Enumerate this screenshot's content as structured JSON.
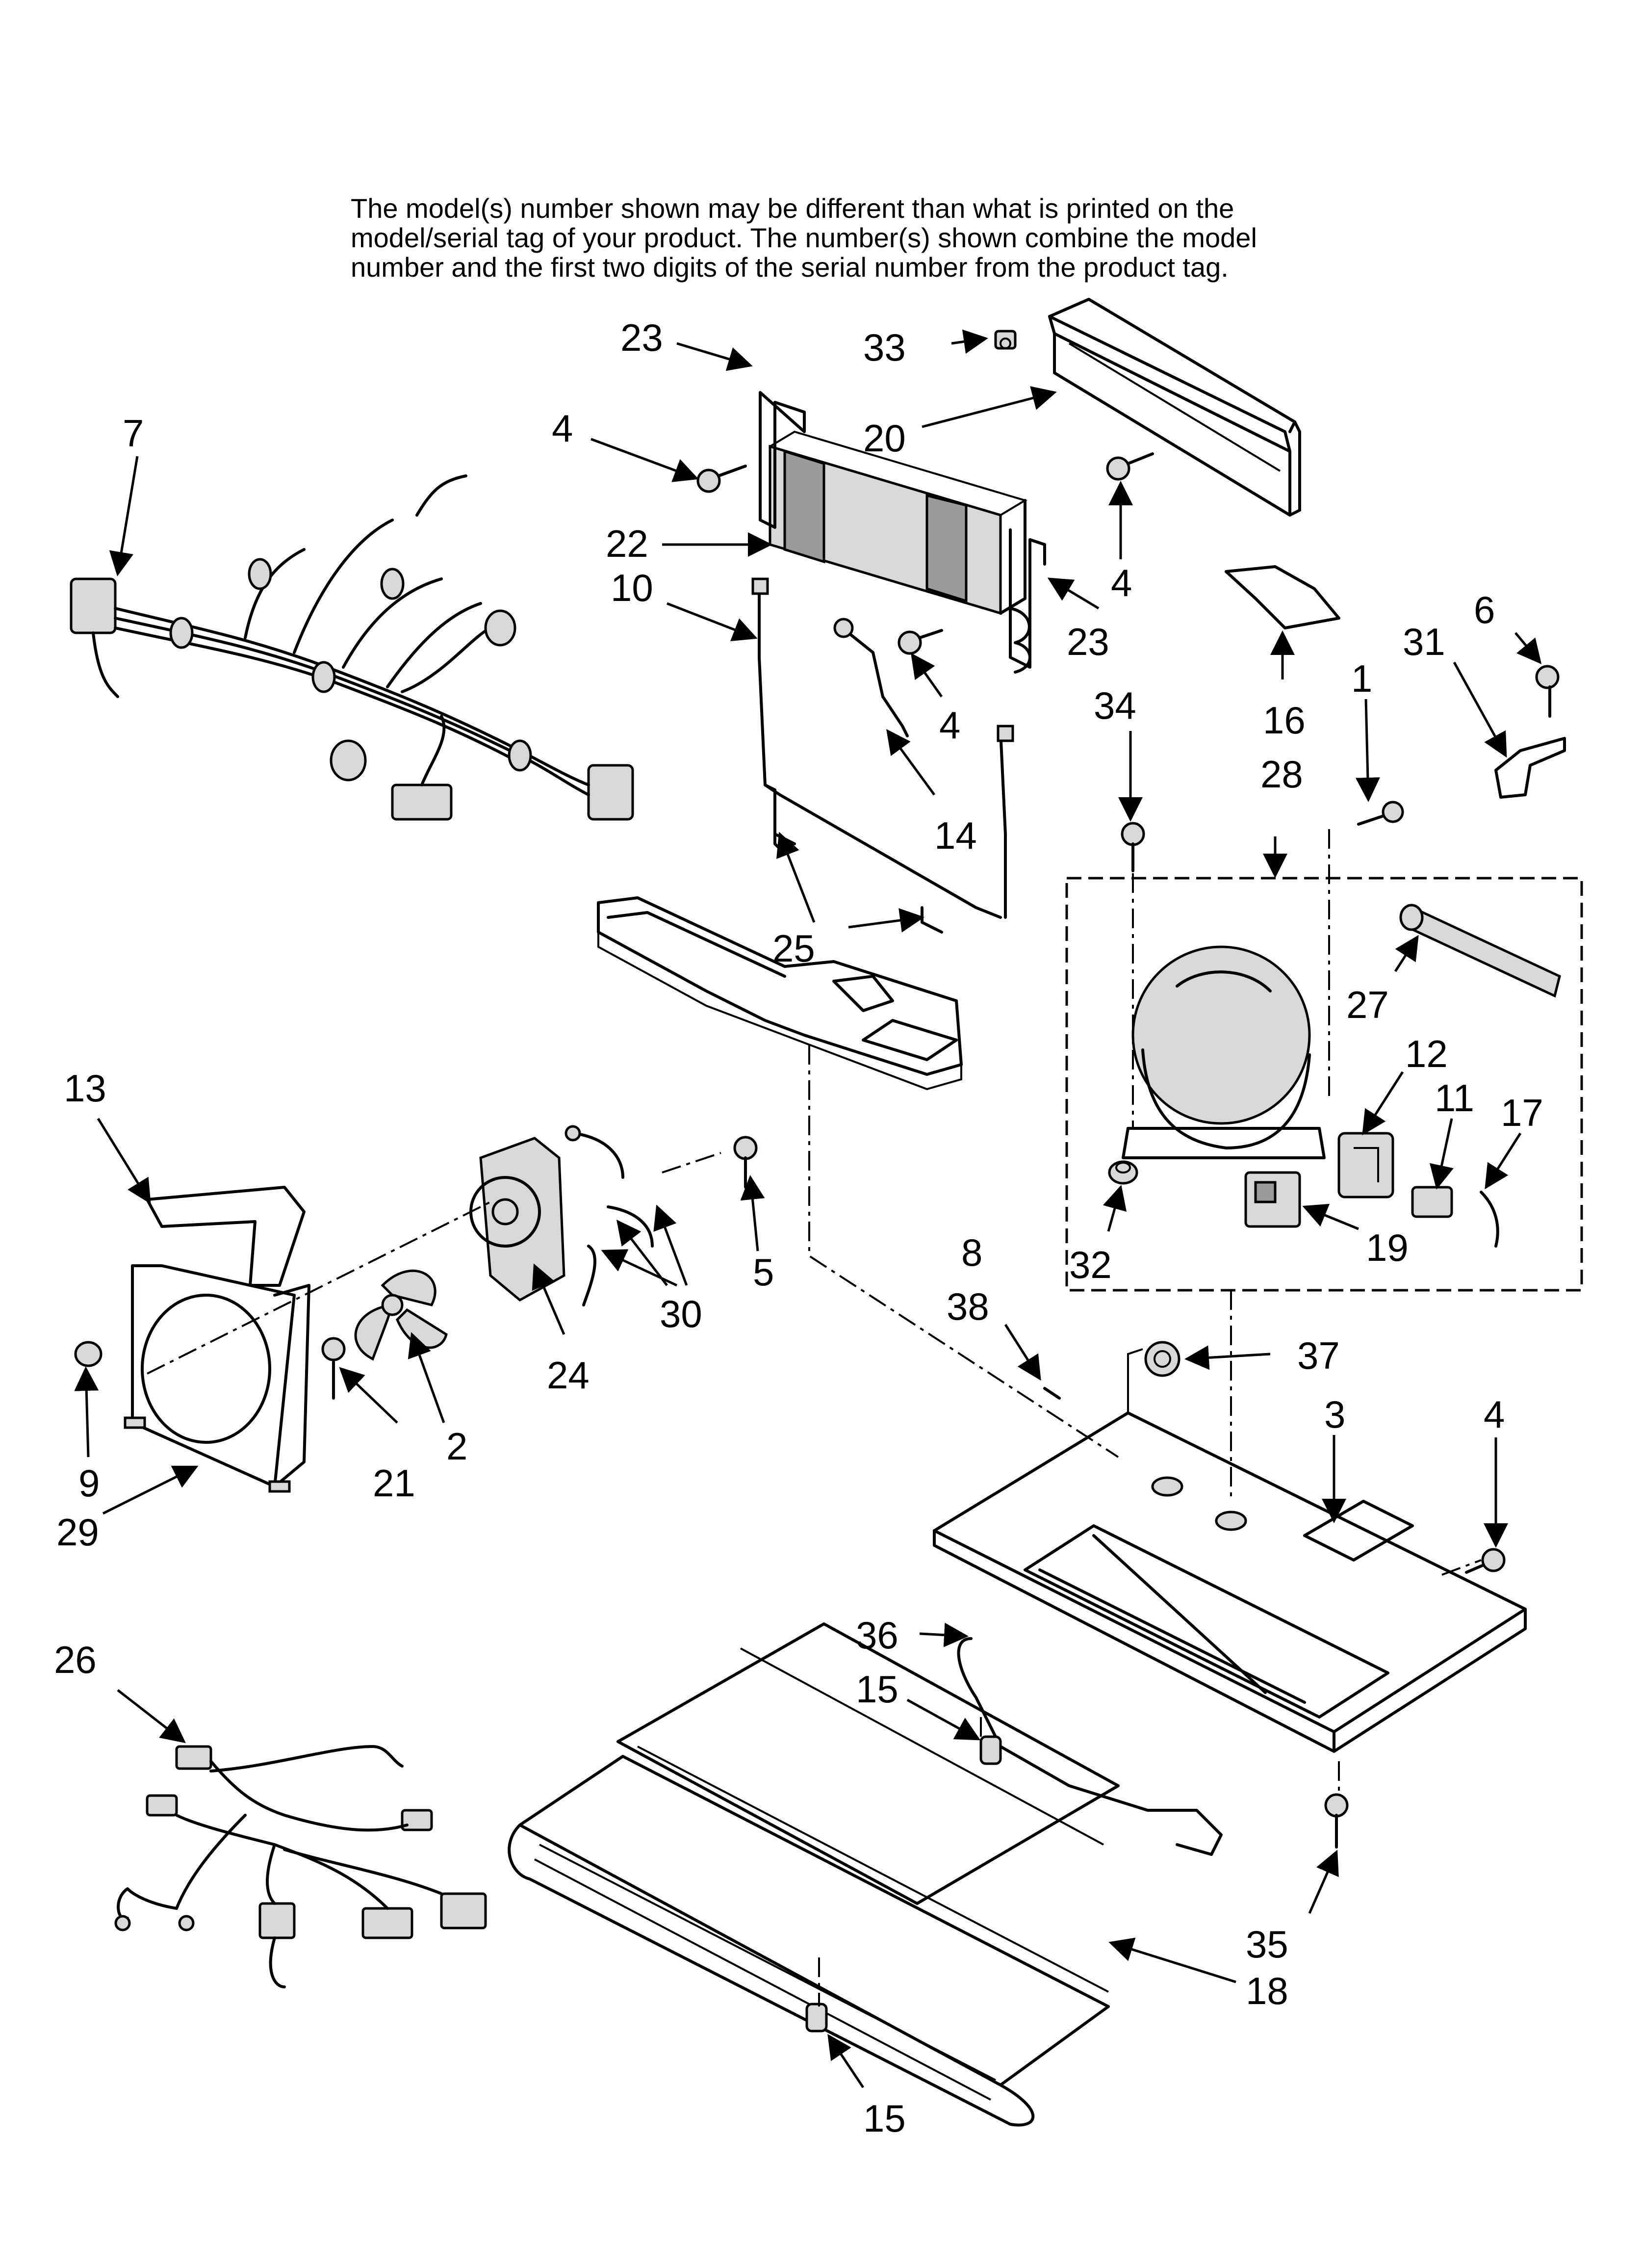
{
  "note": {
    "lines": [
      "The model(s) number shown may be different than what is printed on the",
      "model/serial tag of your product. The number(s) shown combine the model",
      "number and the first two digits of the serial number from the product tag."
    ]
  },
  "callouts": {
    "c1": "1",
    "c2": "2",
    "c3": "3",
    "c4a": "4",
    "c4b": "4",
    "c4c": "4",
    "c4d": "4",
    "c5": "5",
    "c6": "6",
    "c7": "7",
    "c8": "8",
    "c9": "9",
    "c10": "10",
    "c11": "11",
    "c12": "12",
    "c13": "13",
    "c14": "14",
    "c15a": "15",
    "c15b": "15",
    "c16": "16",
    "c17": "17",
    "c18": "18",
    "c19": "19",
    "c20": "20",
    "c21": "21",
    "c22": "22",
    "c23a": "23",
    "c23b": "23",
    "c24": "24",
    "c25": "25",
    "c26": "26",
    "c27": "27",
    "c28": "28",
    "c29": "29",
    "c30": "30",
    "c31": "31",
    "c32": "32",
    "c33": "33",
    "c34": "34",
    "c35": "35",
    "c36": "36",
    "c37": "37",
    "c38": "38"
  }
}
